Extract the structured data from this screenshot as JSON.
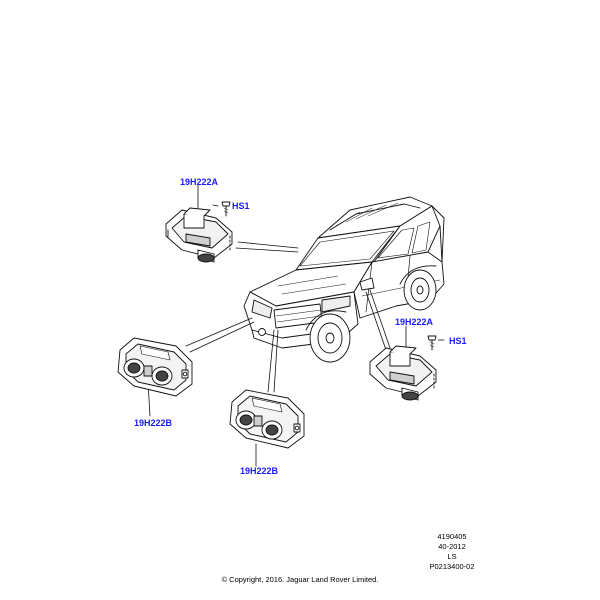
{
  "callouts": {
    "part_a_upper": "19H222A",
    "part_a_lower": "19H222A",
    "part_b_left": "19H222B",
    "part_b_center": "19H222B",
    "screw_upper": "HS1",
    "screw_lower": "HS1"
  },
  "reference": {
    "line1": "4190405",
    "line2": "40-2012",
    "line3": "LS",
    "line4": "P0213400-02"
  },
  "copyright": "© Copyright, 2016. Jaguar Land Rover Limited.",
  "colors": {
    "callout": "#1a1aff",
    "line": "#111111",
    "shade": "#cfcfcf",
    "dark_shade": "#444444"
  }
}
